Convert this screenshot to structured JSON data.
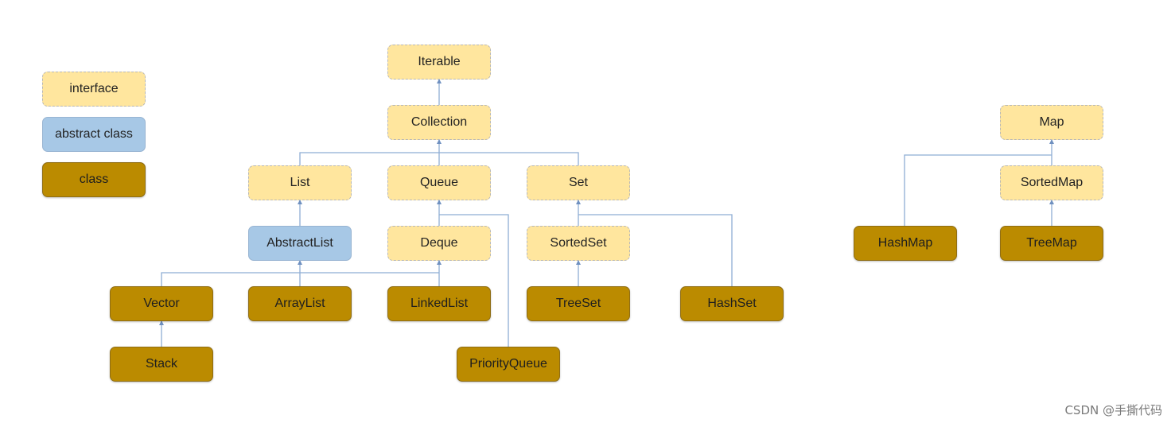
{
  "legend": {
    "interface": "interface",
    "abstract_class": "abstract class",
    "class": "class"
  },
  "nodes": {
    "iterable": "Iterable",
    "collection": "Collection",
    "list": "List",
    "queue": "Queue",
    "set": "Set",
    "abstract_list": "AbstractList",
    "deque": "Deque",
    "sorted_set": "SortedSet",
    "vector": "Vector",
    "array_list": "ArrayList",
    "linked_list": "LinkedList",
    "tree_set": "TreeSet",
    "hash_set": "HashSet",
    "stack": "Stack",
    "priority_queue": "PriorityQueue",
    "map": "Map",
    "sorted_map": "SortedMap",
    "hash_map": "HashMap",
    "tree_map": "TreeMap"
  },
  "colors": {
    "interface_fill": "#ffe69e",
    "abstract_class_fill": "#a7c8e6",
    "class_fill": "#bb8b00",
    "edge": "#8eaed4"
  },
  "watermark": "CSDN @手撕代码"
}
